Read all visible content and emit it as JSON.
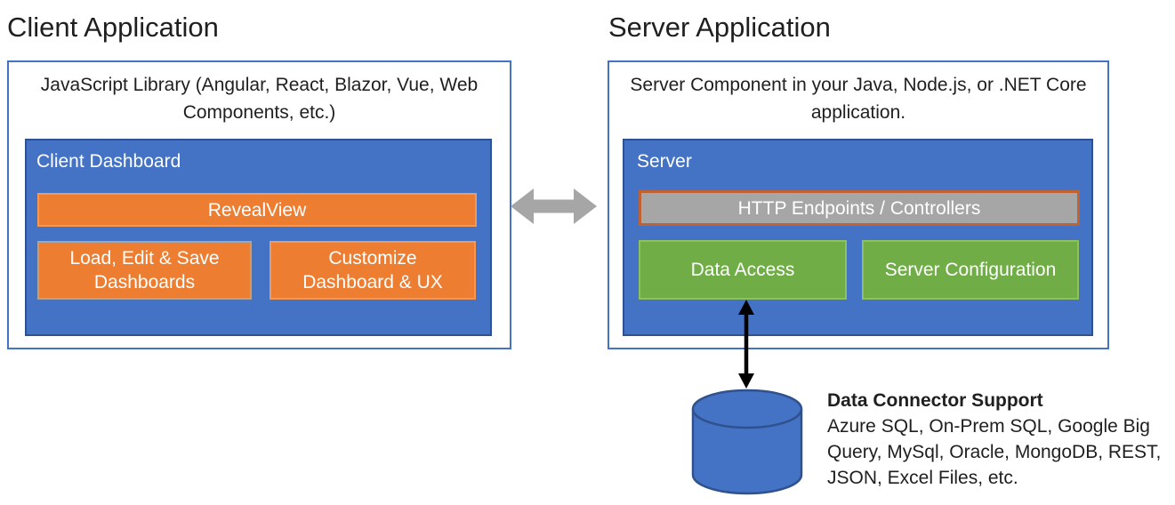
{
  "colors": {
    "blue": "#4472C4",
    "blue-dark": "#2F528F",
    "orange": "#ED7D31",
    "orange-light": "#F0995A",
    "steel": "#A6A6A6",
    "rust": "#BE6233",
    "green": "#70AD47",
    "green-light": "#8DC063",
    "frame-blue": "#4472C4",
    "ink": "#1F1F1F",
    "arrow-gray": "#A6A6A6",
    "arrow-black": "#000000"
  },
  "client": {
    "title": "Client Application",
    "subtitle": "JavaScript Library (Angular, React, Blazor, Vue, Web Components, etc.)",
    "dashboard_label": "Client Dashboard",
    "boxes": {
      "reveal_view": "RevealView",
      "load_edit_save": "Load, Edit & Save Dashboards",
      "customize": "Customize Dashboard & UX"
    }
  },
  "server": {
    "title": "Server Application",
    "subtitle": "Server Component in your Java, Node.js, or .NET Core application.",
    "dashboard_label": "Server",
    "boxes": {
      "http_endpoints": "HTTP Endpoints / Controllers",
      "data_access": "Data Access",
      "server_configuration": "Server Configuration"
    }
  },
  "data_connectors": {
    "heading": "Data Connector Support",
    "lines": [
      "Azure SQL, On-Prem SQL, Google Big",
      "Query, MySql, Oracle, MongoDB, REST,",
      "JSON, Excel Files, etc."
    ]
  }
}
